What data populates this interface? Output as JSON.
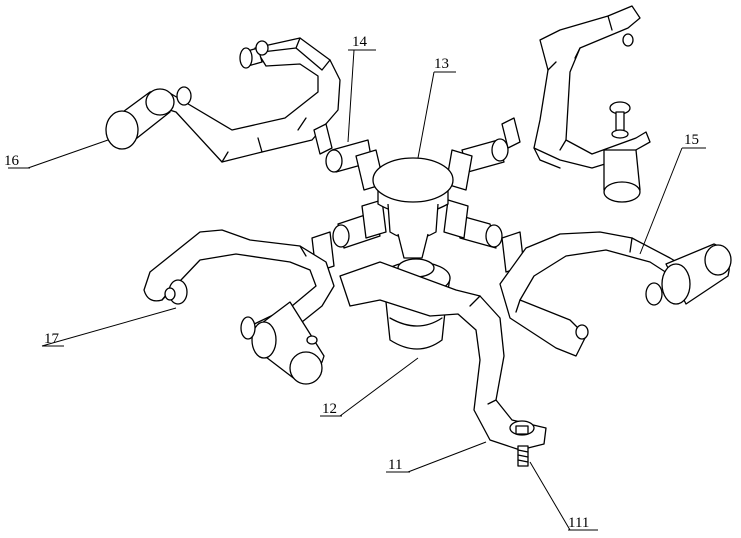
{
  "labels": {
    "l11": "11",
    "l111": "111",
    "l12": "12",
    "l13": "13",
    "l14": "14",
    "l15": "15",
    "l16": "16",
    "l17": "17"
  }
}
